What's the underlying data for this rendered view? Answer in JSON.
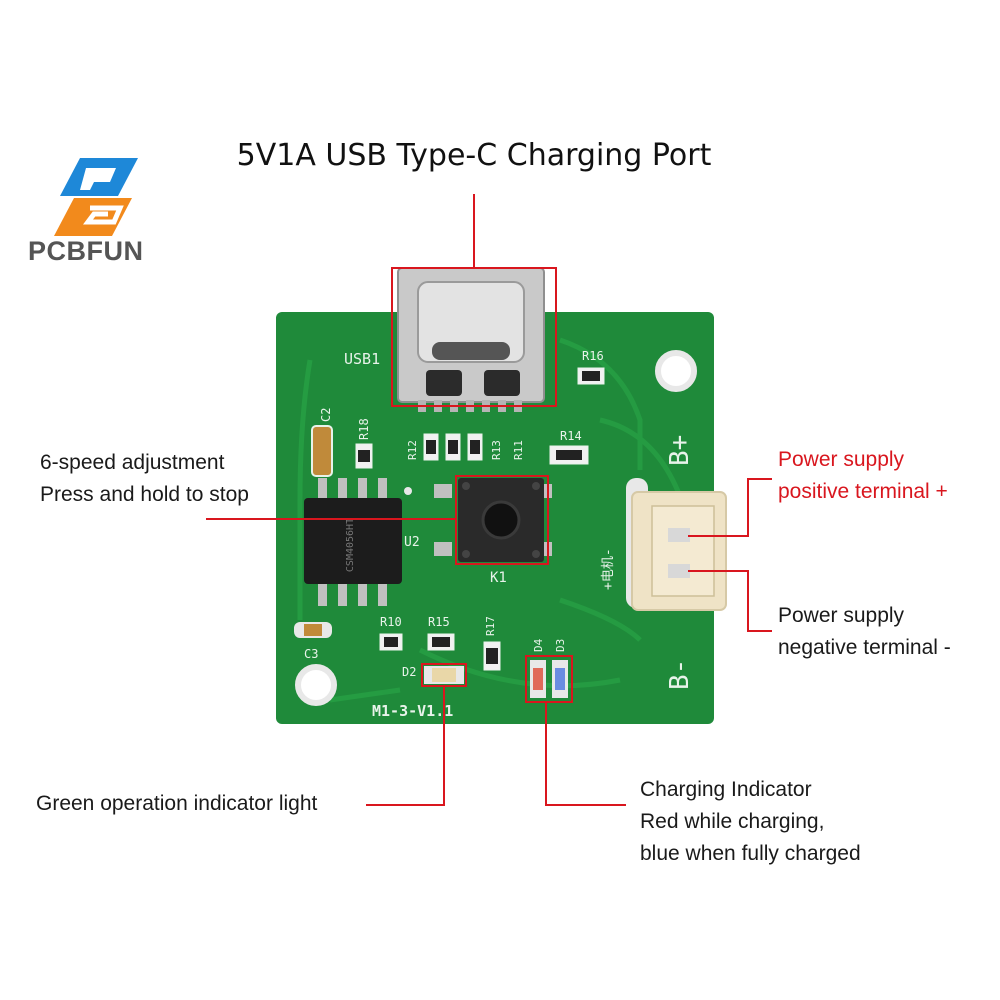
{
  "brand": {
    "name": "pcbfun",
    "logo_letters": "P"
  },
  "title": "5V1A USB Type-C Charging Port",
  "callouts": {
    "speed": {
      "line1": "6-speed adjustment",
      "line2": "Press and hold to stop"
    },
    "positive": {
      "line1": "Power supply",
      "line2": "positive terminal +"
    },
    "negative": {
      "line1": "Power supply",
      "line2": "negative terminal -"
    },
    "green_led": {
      "line1": "Green operation indicator light"
    },
    "charging": {
      "line1": "Charging Indicator",
      "line2": "Red while charging,",
      "line3": "blue when fully charged"
    }
  },
  "pcb_silkscreen": {
    "usb": "USB1",
    "c2": "C2",
    "r18": "R18",
    "r12": "R12",
    "r13": "R13",
    "r11": "R11",
    "r14": "R14",
    "r16": "R16",
    "u2": "U2",
    "k1": "K1",
    "c3": "C3",
    "r10": "R10",
    "r15": "R15",
    "r17": "R17",
    "d2": "D2",
    "d4": "D4",
    "d3": "D3",
    "bplus": "B+",
    "bminus": "B-",
    "version": "M1-3-V1.1",
    "connector_label": "+电机-",
    "chip_marking": "CSM4056HT"
  },
  "colors": {
    "pcb": "#1f8a3a",
    "callout_line": "#d9161e",
    "highlight": "#d9161e",
    "logo_blue": "#1e88d8",
    "logo_orange": "#f28a1c"
  }
}
